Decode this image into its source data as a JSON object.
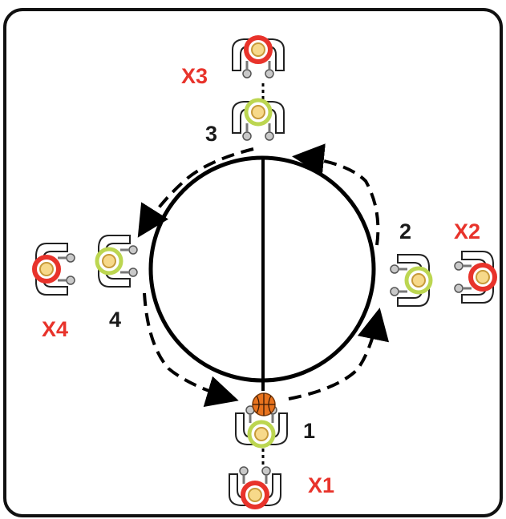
{
  "players": {
    "offense": [
      {
        "id": "p1",
        "label": "1",
        "ball": true
      },
      {
        "id": "p2",
        "label": "2",
        "ball": false
      },
      {
        "id": "p3",
        "label": "3",
        "ball": false
      },
      {
        "id": "p4",
        "label": "4",
        "ball": false
      }
    ],
    "defense": [
      {
        "id": "x1",
        "label": "X1"
      },
      {
        "id": "x2",
        "label": "X2"
      },
      {
        "id": "x3",
        "label": "X3"
      },
      {
        "id": "x4",
        "label": "X4"
      }
    ]
  },
  "colors": {
    "offense_label": "#1a1a1a",
    "defense_label": "#e8332b",
    "offense_ring": "#bcd651",
    "defense_ring": "#e8332b",
    "lines": "#000000",
    "ball": "#e8731e",
    "border": "#111111"
  }
}
